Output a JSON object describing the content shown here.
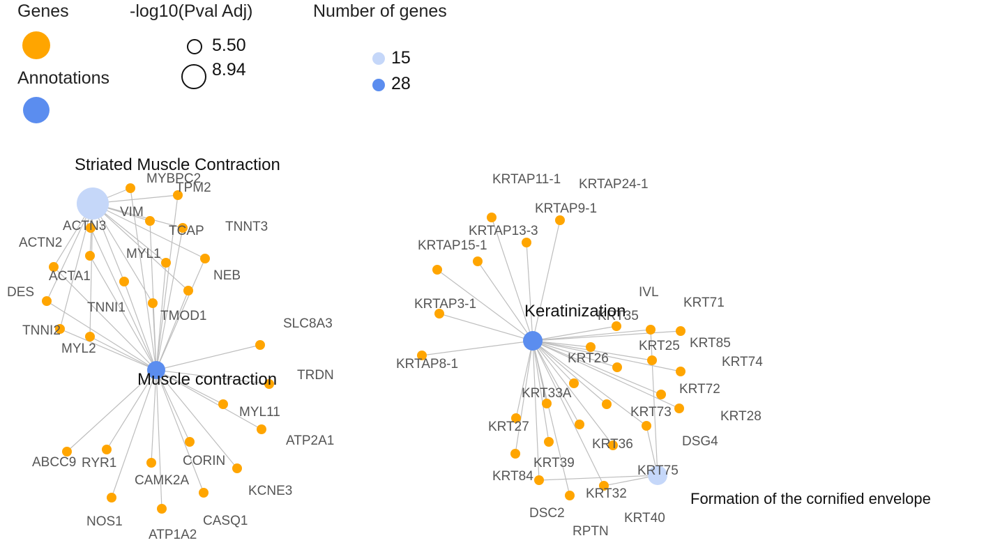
{
  "legend": {
    "genes_title": "Genes",
    "annotations_title": "Annotations",
    "pval_title": "-log10(Pval Adj)",
    "pval_small": "5.50",
    "pval_large": "8.94",
    "count_title": "Number of genes",
    "count_small": "15",
    "count_large": "28"
  },
  "colors": {
    "gene": "#FFA500",
    "annotation": "#5B8DEF",
    "annotation_light": "#C5D7F9",
    "edge": "#BDBDBD",
    "gene_label": "#555555",
    "annotation_label": "#111111"
  },
  "annotations": [
    {
      "id": "smc",
      "label": "Striated Muscle Contraction",
      "gene_count": 15
    },
    {
      "id": "mc",
      "label": "Muscle contraction",
      "gene_count": 28
    },
    {
      "id": "ker",
      "label": "Keratinization",
      "gene_count": 28
    },
    {
      "id": "fce",
      "label": "Formation of the cornified envelope",
      "gene_count": 15
    }
  ],
  "genes": [
    {
      "id": "MYBPC2",
      "label": "MYBPC2",
      "links": [
        "smc",
        "mc"
      ]
    },
    {
      "id": "TPM2",
      "label": "TPM2",
      "links": [
        "smc",
        "mc"
      ]
    },
    {
      "id": "VIM",
      "label": "VIM",
      "links": [
        "smc",
        "mc"
      ]
    },
    {
      "id": "TCAP",
      "label": "TCAP",
      "links": [
        "smc",
        "mc"
      ]
    },
    {
      "id": "TNNT3",
      "label": "TNNT3",
      "links": [
        "smc",
        "mc"
      ]
    },
    {
      "id": "ACTN3",
      "label": "ACTN3",
      "links": [
        "smc",
        "mc"
      ]
    },
    {
      "id": "ACTN2",
      "label": "ACTN2",
      "links": [
        "smc",
        "mc"
      ]
    },
    {
      "id": "MYL1",
      "label": "MYL1",
      "links": [
        "smc",
        "mc"
      ]
    },
    {
      "id": "NEB",
      "label": "NEB",
      "links": [
        "smc",
        "mc"
      ]
    },
    {
      "id": "ACTA1",
      "label": "ACTA1",
      "links": [
        "smc",
        "mc"
      ]
    },
    {
      "id": "DES",
      "label": "DES",
      "links": [
        "smc",
        "mc"
      ]
    },
    {
      "id": "TNNI1",
      "label": "TNNI1",
      "links": [
        "smc",
        "mc"
      ]
    },
    {
      "id": "TMOD1",
      "label": "TMOD1",
      "links": [
        "smc",
        "mc"
      ]
    },
    {
      "id": "TNNI2",
      "label": "TNNI2",
      "links": [
        "smc",
        "mc"
      ]
    },
    {
      "id": "MYL2",
      "label": "MYL2",
      "links": [
        "smc",
        "mc"
      ]
    },
    {
      "id": "SLC8A3",
      "label": "SLC8A3",
      "links": [
        "mc"
      ]
    },
    {
      "id": "TRDN",
      "label": "TRDN",
      "links": [
        "mc"
      ]
    },
    {
      "id": "MYL11",
      "label": "MYL11",
      "links": [
        "mc"
      ]
    },
    {
      "id": "ATP2A1",
      "label": "ATP2A1",
      "links": [
        "mc"
      ]
    },
    {
      "id": "ABCC9",
      "label": "ABCC9",
      "links": [
        "mc"
      ]
    },
    {
      "id": "RYR1",
      "label": "RYR1",
      "links": [
        "mc"
      ]
    },
    {
      "id": "CORIN",
      "label": "CORIN",
      "links": [
        "mc"
      ]
    },
    {
      "id": "CAMK2A",
      "label": "CAMK2A",
      "links": [
        "mc"
      ]
    },
    {
      "id": "KCNE3",
      "label": "KCNE3",
      "links": [
        "mc"
      ]
    },
    {
      "id": "NOS1",
      "label": "NOS1",
      "links": [
        "mc"
      ]
    },
    {
      "id": "CASQ1",
      "label": "CASQ1",
      "links": [
        "mc"
      ]
    },
    {
      "id": "ATP1A2",
      "label": "ATP1A2",
      "links": [
        "mc"
      ]
    },
    {
      "id": "KRTAP11-1",
      "label": "KRTAP11-1",
      "links": [
        "ker"
      ]
    },
    {
      "id": "KRTAP24-1",
      "label": "KRTAP24-1",
      "links": [
        "ker"
      ]
    },
    {
      "id": "KRTAP9-1",
      "label": "KRTAP9-1",
      "links": [
        "ker"
      ]
    },
    {
      "id": "KRTAP13-3",
      "label": "KRTAP13-3",
      "links": [
        "ker"
      ]
    },
    {
      "id": "KRTAP15-1",
      "label": "KRTAP15-1",
      "links": [
        "ker"
      ]
    },
    {
      "id": "KRTAP3-1",
      "label": "KRTAP3-1",
      "links": [
        "ker"
      ]
    },
    {
      "id": "KRTAP8-1",
      "label": "KRTAP8-1",
      "links": [
        "ker"
      ]
    },
    {
      "id": "IVL",
      "label": "IVL",
      "links": [
        "ker",
        "fce"
      ]
    },
    {
      "id": "KRT71",
      "label": "KRT71",
      "links": [
        "ker"
      ]
    },
    {
      "id": "KRT35",
      "label": "KRT35",
      "links": [
        "ker"
      ]
    },
    {
      "id": "KRT25",
      "label": "KRT25",
      "links": [
        "ker"
      ]
    },
    {
      "id": "KRT85",
      "label": "KRT85",
      "links": [
        "ker"
      ]
    },
    {
      "id": "KRT26",
      "label": "KRT26",
      "links": [
        "ker"
      ]
    },
    {
      "id": "KRT74",
      "label": "KRT74",
      "links": [
        "ker"
      ]
    },
    {
      "id": "KRT72",
      "label": "KRT72",
      "links": [
        "ker"
      ]
    },
    {
      "id": "KRT33A",
      "label": "KRT33A",
      "links": [
        "ker"
      ]
    },
    {
      "id": "KRT73",
      "label": "KRT73",
      "links": [
        "ker"
      ]
    },
    {
      "id": "KRT28",
      "label": "KRT28",
      "links": [
        "ker"
      ]
    },
    {
      "id": "KRT27",
      "label": "KRT27",
      "links": [
        "ker"
      ]
    },
    {
      "id": "DSG4",
      "label": "DSG4",
      "links": [
        "ker",
        "fce"
      ]
    },
    {
      "id": "KRT36",
      "label": "KRT36",
      "links": [
        "ker"
      ]
    },
    {
      "id": "KRT39",
      "label": "KRT39",
      "links": [
        "ker"
      ]
    },
    {
      "id": "KRT75",
      "label": "KRT75",
      "links": [
        "ker"
      ]
    },
    {
      "id": "KRT84",
      "label": "KRT84",
      "links": [
        "ker"
      ]
    },
    {
      "id": "KRT32",
      "label": "KRT32",
      "links": [
        "ker"
      ]
    },
    {
      "id": "DSC2",
      "label": "DSC2",
      "links": [
        "ker",
        "fce"
      ]
    },
    {
      "id": "KRT40",
      "label": "KRT40",
      "links": [
        "ker"
      ]
    },
    {
      "id": "RPTN",
      "label": "RPTN",
      "links": [
        "ker",
        "fce"
      ]
    }
  ]
}
